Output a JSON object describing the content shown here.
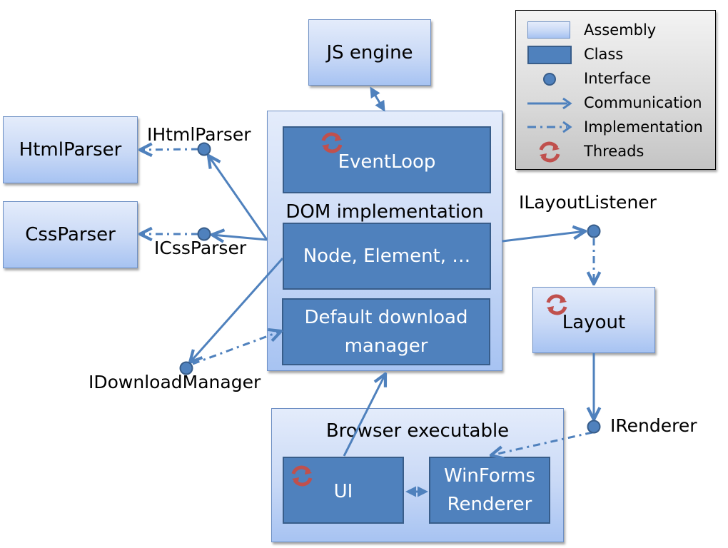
{
  "legend": {
    "items": [
      {
        "label": "Assembly",
        "symbol": "assembly-swatch"
      },
      {
        "label": "Class",
        "symbol": "class-swatch"
      },
      {
        "label": "Interface",
        "symbol": "interface-circle"
      },
      {
        "label": "Communication",
        "symbol": "solid-arrow"
      },
      {
        "label": "Implementation",
        "symbol": "dash-dot-arrow"
      },
      {
        "label": "Threads",
        "symbol": "thread-icon"
      }
    ]
  },
  "assemblies": {
    "js_engine": "JS engine",
    "html_parser": "HtmlParser",
    "css_parser": "CssParser",
    "dom": "DOM implementation",
    "layout": "Layout",
    "browser": "Browser executable"
  },
  "classes": {
    "event_loop": "EventLoop",
    "node_element": "Node, Element, …",
    "download_manager_line1": "Default download",
    "download_manager_line2": "manager",
    "ui": "UI",
    "winforms_line1": "WinForms",
    "winforms_line2": "Renderer"
  },
  "interfaces": {
    "ihtmlparser": "IHtmlParser",
    "icssparser": "ICssParser",
    "idownloadmanager": "IDownloadManager",
    "ilayoutlistener": "ILayoutListener",
    "irenderer": "IRenderer"
  },
  "colors": {
    "class_fill": "#4f81bd",
    "class_border": "#385d8a",
    "connector": "#4f81bd",
    "thread_icon": "#c0504d"
  }
}
